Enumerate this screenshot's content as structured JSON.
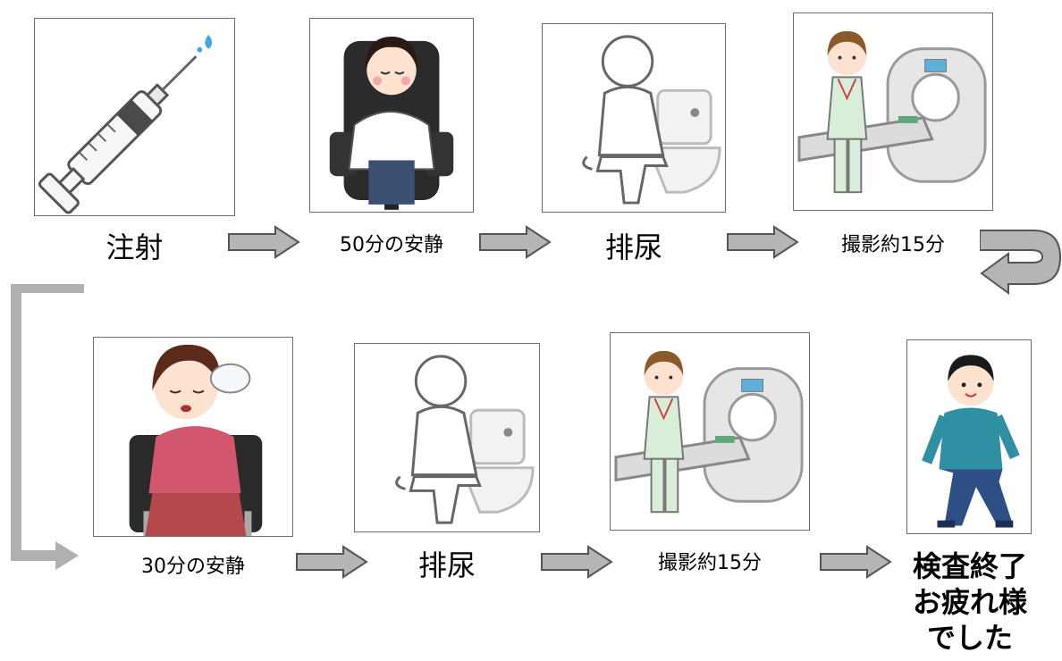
{
  "flow_row1": [
    {
      "id": "injection",
      "label": "注射",
      "icon": "syringe-icon"
    },
    {
      "id": "rest50",
      "label": "50分の安静",
      "icon": "resting-woman-icon"
    },
    {
      "id": "urination1",
      "label": "排尿",
      "icon": "toilet-person-icon"
    },
    {
      "id": "scan1",
      "label": "撮影約15分",
      "icon": "ct-scanner-nurse-icon"
    }
  ],
  "flow_row2": [
    {
      "id": "rest30",
      "label": "30分の安静",
      "icon": "sleeping-woman-icon"
    },
    {
      "id": "urination2",
      "label": "排尿",
      "icon": "toilet-person-icon"
    },
    {
      "id": "scan2",
      "label": "撮影約15分",
      "icon": "ct-scanner-nurse-icon"
    }
  ],
  "final": {
    "line1": "検査終了",
    "line2": "お疲れ様",
    "line3": "でした",
    "icon": "walking-man-icon"
  },
  "colors": {
    "arrow_fill": "#b5b5b5",
    "arrow_stroke": "#555555",
    "connector": "#b0b0b0"
  }
}
